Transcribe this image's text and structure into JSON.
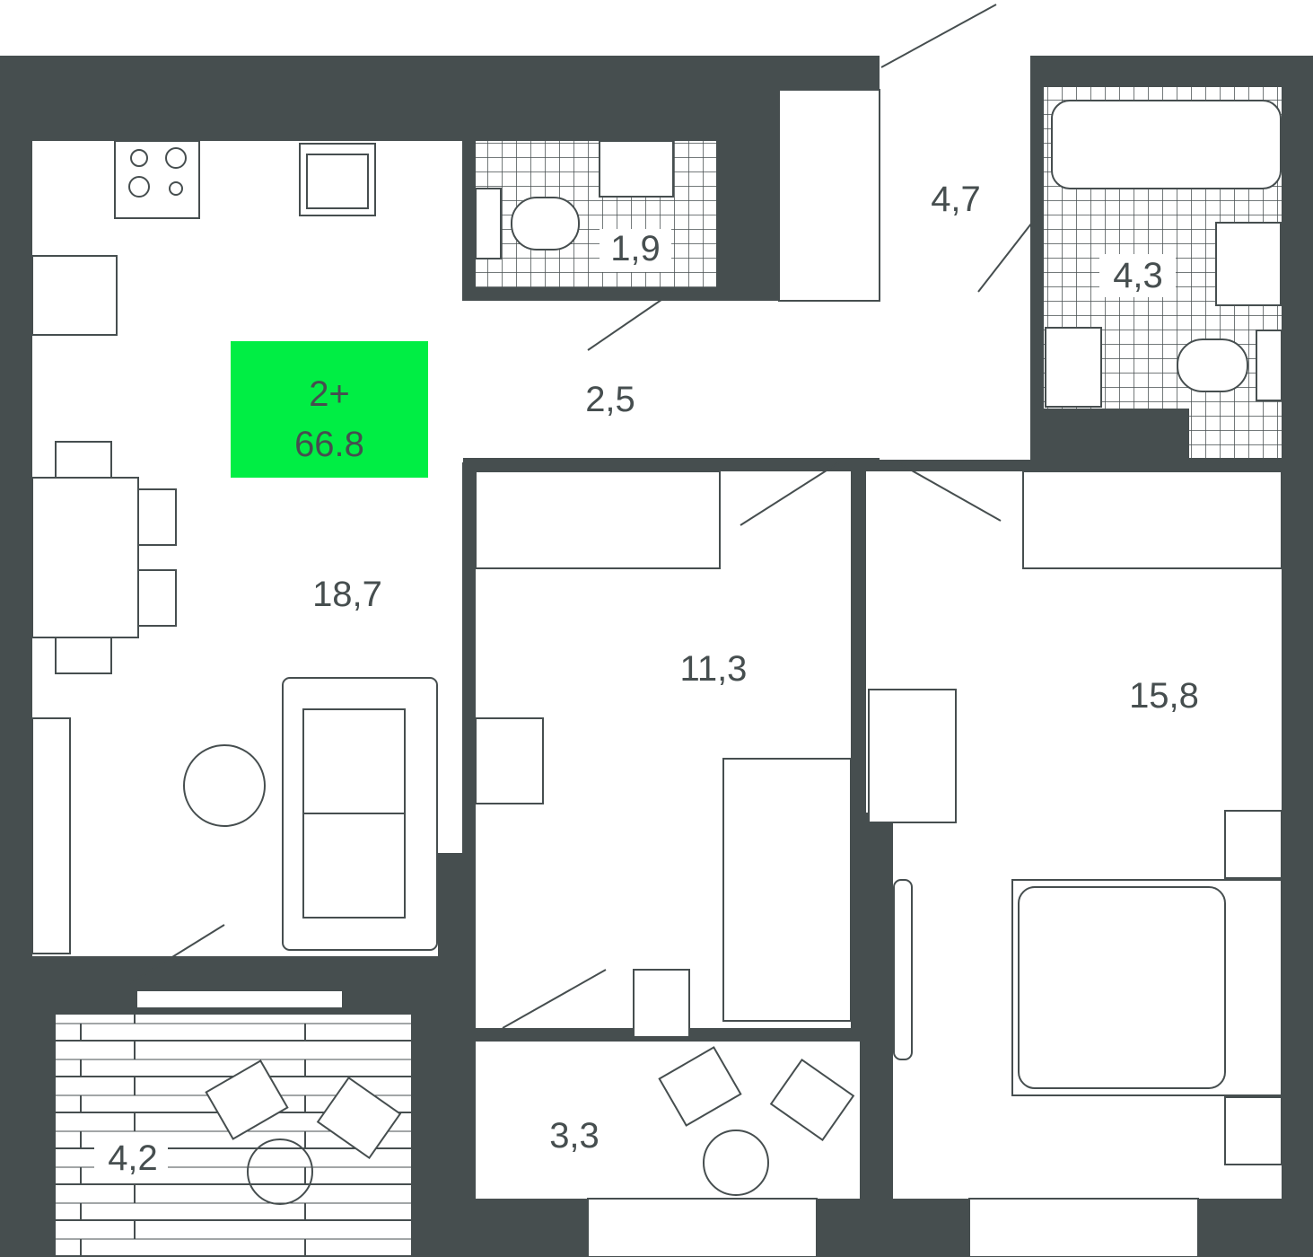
{
  "badge": {
    "rooms": "2+",
    "total_area": "66.8",
    "color": "#00ee44"
  },
  "wall_color": "#464e4f",
  "rooms": {
    "kitchen_living": "18,7",
    "wc": "1,9",
    "hall": "2,5",
    "entrance": "4,7",
    "bathroom": "4,3",
    "bedroom_small": "11,3",
    "bedroom_large": "15,8",
    "loggia_inner": "3,3",
    "balcony": "4,2"
  }
}
